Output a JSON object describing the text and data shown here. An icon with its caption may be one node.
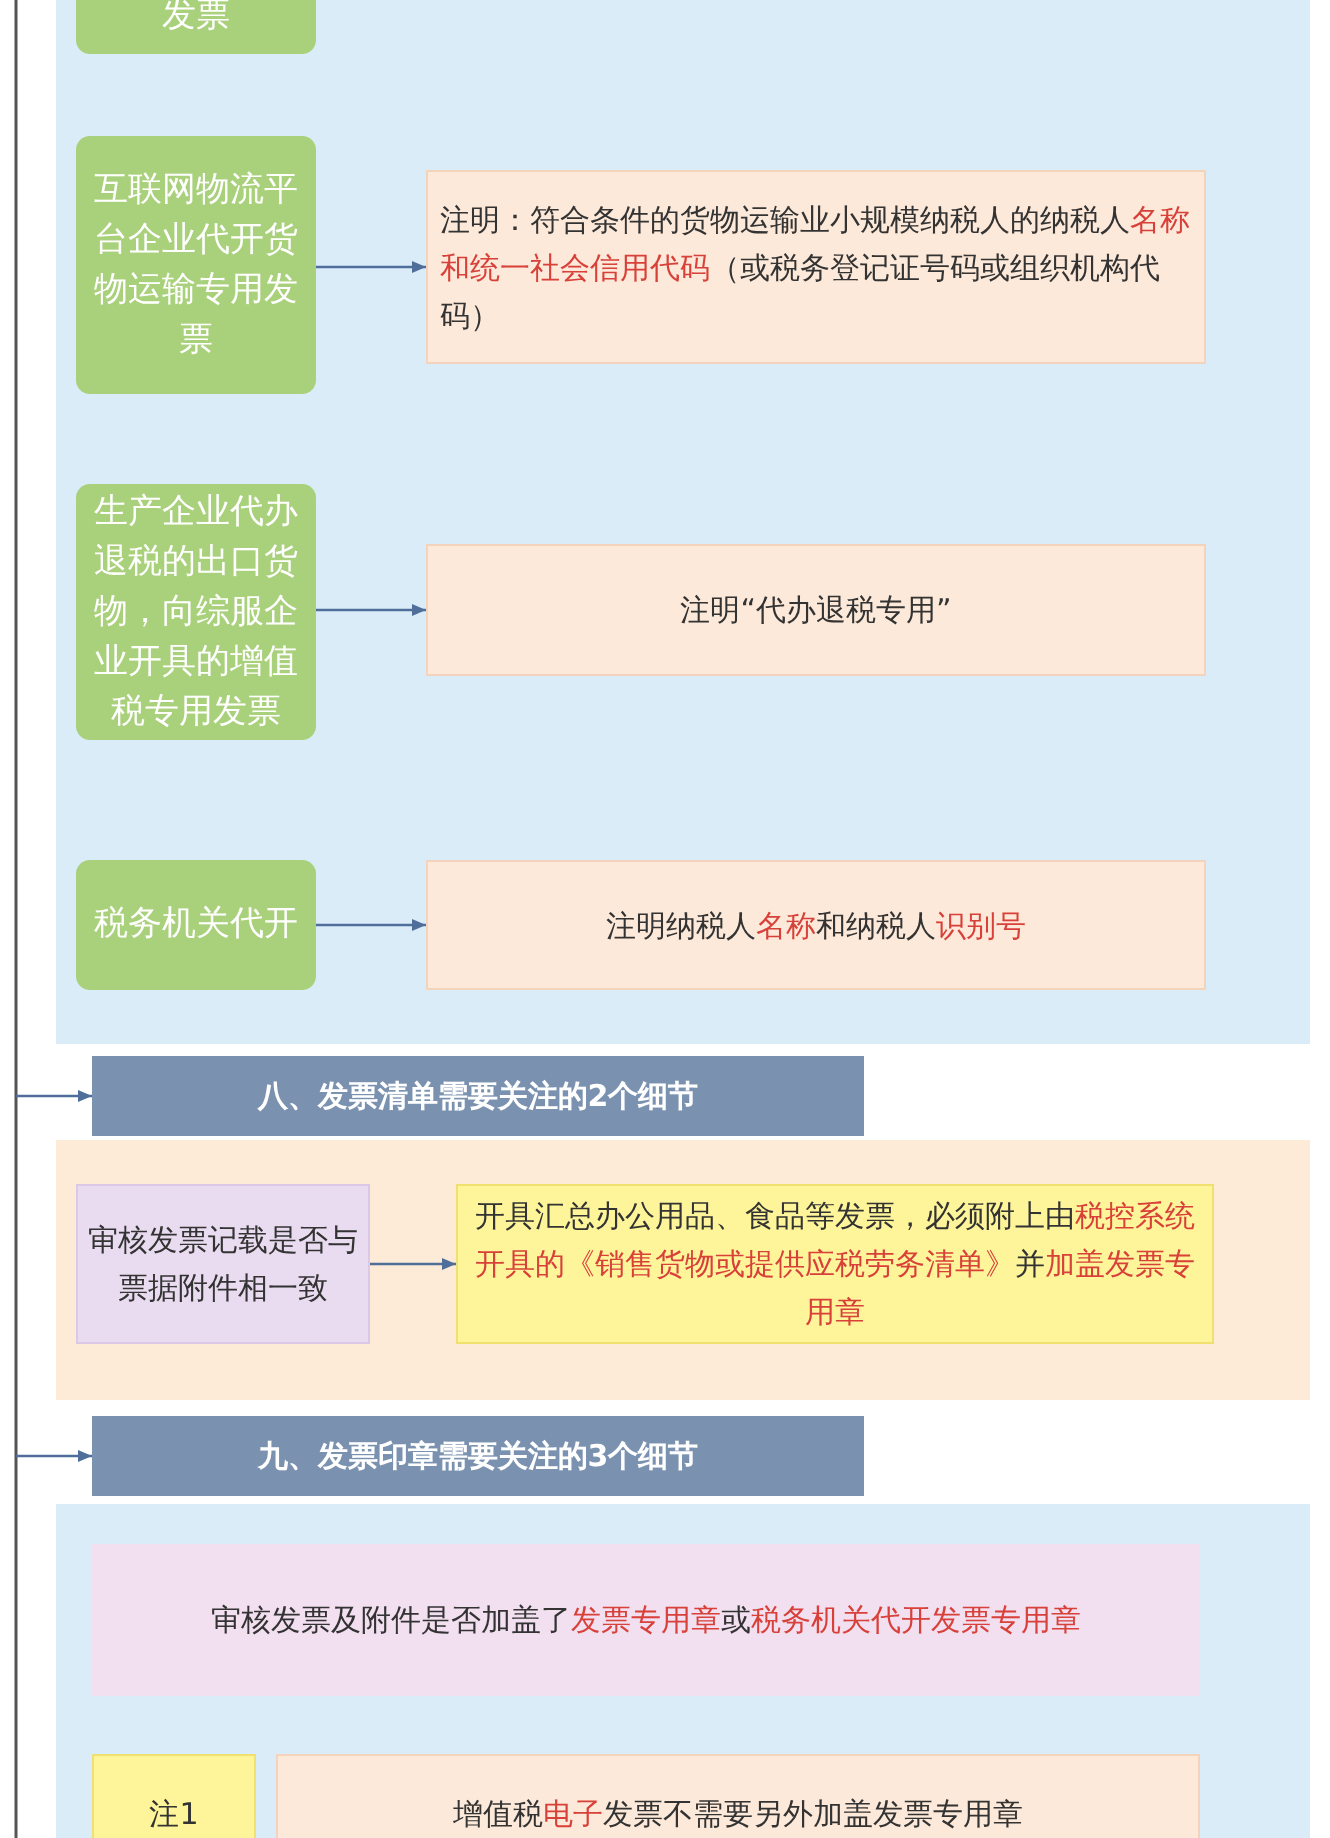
{
  "diagram": {
    "nodes": [
      {
        "text": [],
        "shape": "box"
      },
      {
        "text": [
          "发票"
        ],
        "in": 0
      },
      {
        "text": [
          "互联网物流平台企业代开货物运输专用发票"
        ],
        "in": 0
      },
      {
        "text": [
          "注明：符合条件的货物运输业小规模纳税人的纳税人**名称和统一社会信用代码**（或税务登记证号码或组织机构代码）"
        ],
        "in": 0
      },
      {
        "text": [
          "生产企业代办退税的出口货物，向综服企业开具的增值税专用发票"
        ],
        "in": 0
      },
      {
        "text": [
          "注明“代办退税专用”"
        ],
        "in": 0
      },
      {
        "text": [
          "税务机关代开"
        ],
        "in": 0
      },
      {
        "text": [
          "注明纳税人**名称**和纳税人**识别号**"
        ],
        "in": 0
      },
      {
        "text": [
          "八、发票清单需要关注的2个细节"
        ]
      },
      {
        "text": [],
        "shape": "box"
      },
      {
        "text": [
          "审核发票记载是否与票据附件相一致"
        ],
        "in": 9
      },
      {
        "text": [
          "开具汇总办公用品、食品等发票，必须附上由**税控系统开具的《销售货物或提供应税劳务清单》**并**加盖发票专用章**"
        ],
        "in": 9
      },
      {
        "text": [
          "九、发票印章需要关注的3个细节"
        ]
      },
      {
        "text": [],
        "shape": "box"
      },
      {
        "text": [
          "审核发票及附件是否加盖了**发票专用章**或**税务机关代开发票专用章**"
        ],
        "in": 13
      },
      {
        "text": [
          "注1"
        ],
        "in": 13
      },
      {
        "text": [
          "增值税**电子**发票不需要另外加盖发票专用章"
        ],
        "in": 13
      }
    ],
    "edges": [
      {
        "from": 2,
        "to": 3,
        "arrow": "to"
      },
      {
        "from": 4,
        "to": 5,
        "arrow": "to"
      },
      {
        "from": 6,
        "to": 7,
        "arrow": "to"
      },
      {
        "from": null,
        "to": 8,
        "arrow": "to"
      },
      {
        "from": 10,
        "to": 11,
        "arrow": "to"
      },
      {
        "from": null,
        "to": 12,
        "arrow": "to"
      }
    ]
  }
}
